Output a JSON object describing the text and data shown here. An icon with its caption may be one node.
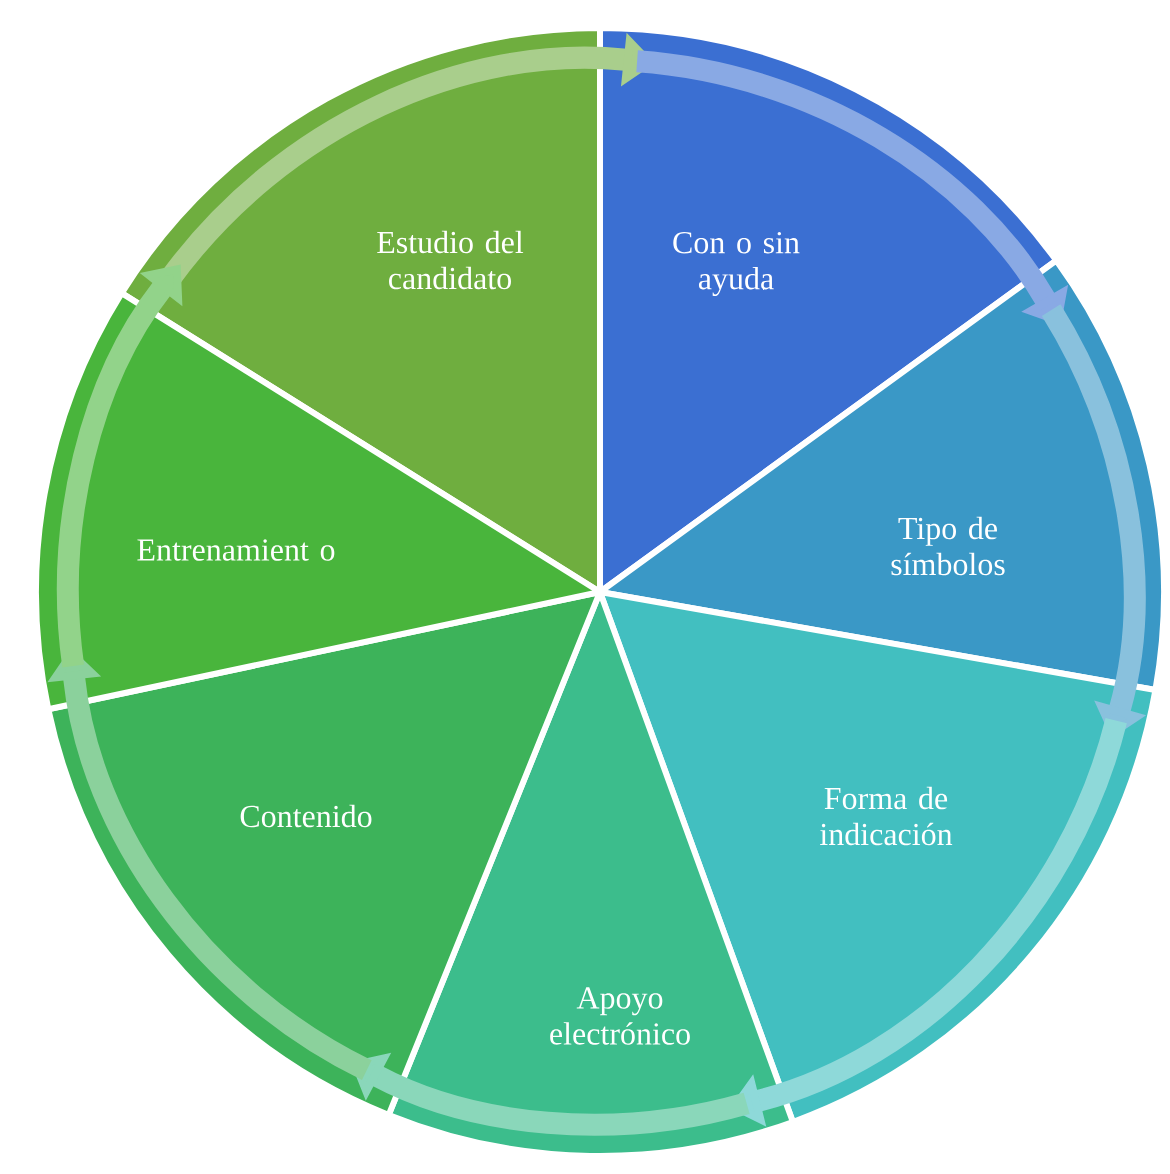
{
  "diagram": {
    "nodes": [
      {
        "text": [
          "Estudio del candidato"
        ]
      },
      {
        "text": [
          "Con o sin ayuda"
        ]
      },
      {
        "text": [
          "Tipo de símbolos"
        ]
      },
      {
        "text": [
          "Forma de indicación"
        ]
      },
      {
        "text": [
          "Apoyo electrónico"
        ]
      },
      {
        "text": [
          "Contenido"
        ]
      },
      {
        "text": [
          "Entrenamient o"
        ]
      }
    ],
    "edges": [
      {
        "from": 0,
        "to": 1,
        "arrow": "to"
      },
      {
        "from": 1,
        "to": 2,
        "arrow": "to"
      },
      {
        "from": 2,
        "to": 3,
        "arrow": "to"
      },
      {
        "from": 3,
        "to": 4,
        "arrow": "to"
      },
      {
        "from": 4,
        "to": 5,
        "arrow": "to"
      },
      {
        "from": 5,
        "to": 6,
        "arrow": "to"
      },
      {
        "from": 6,
        "to": 0,
        "arrow": "to"
      }
    ]
  }
}
